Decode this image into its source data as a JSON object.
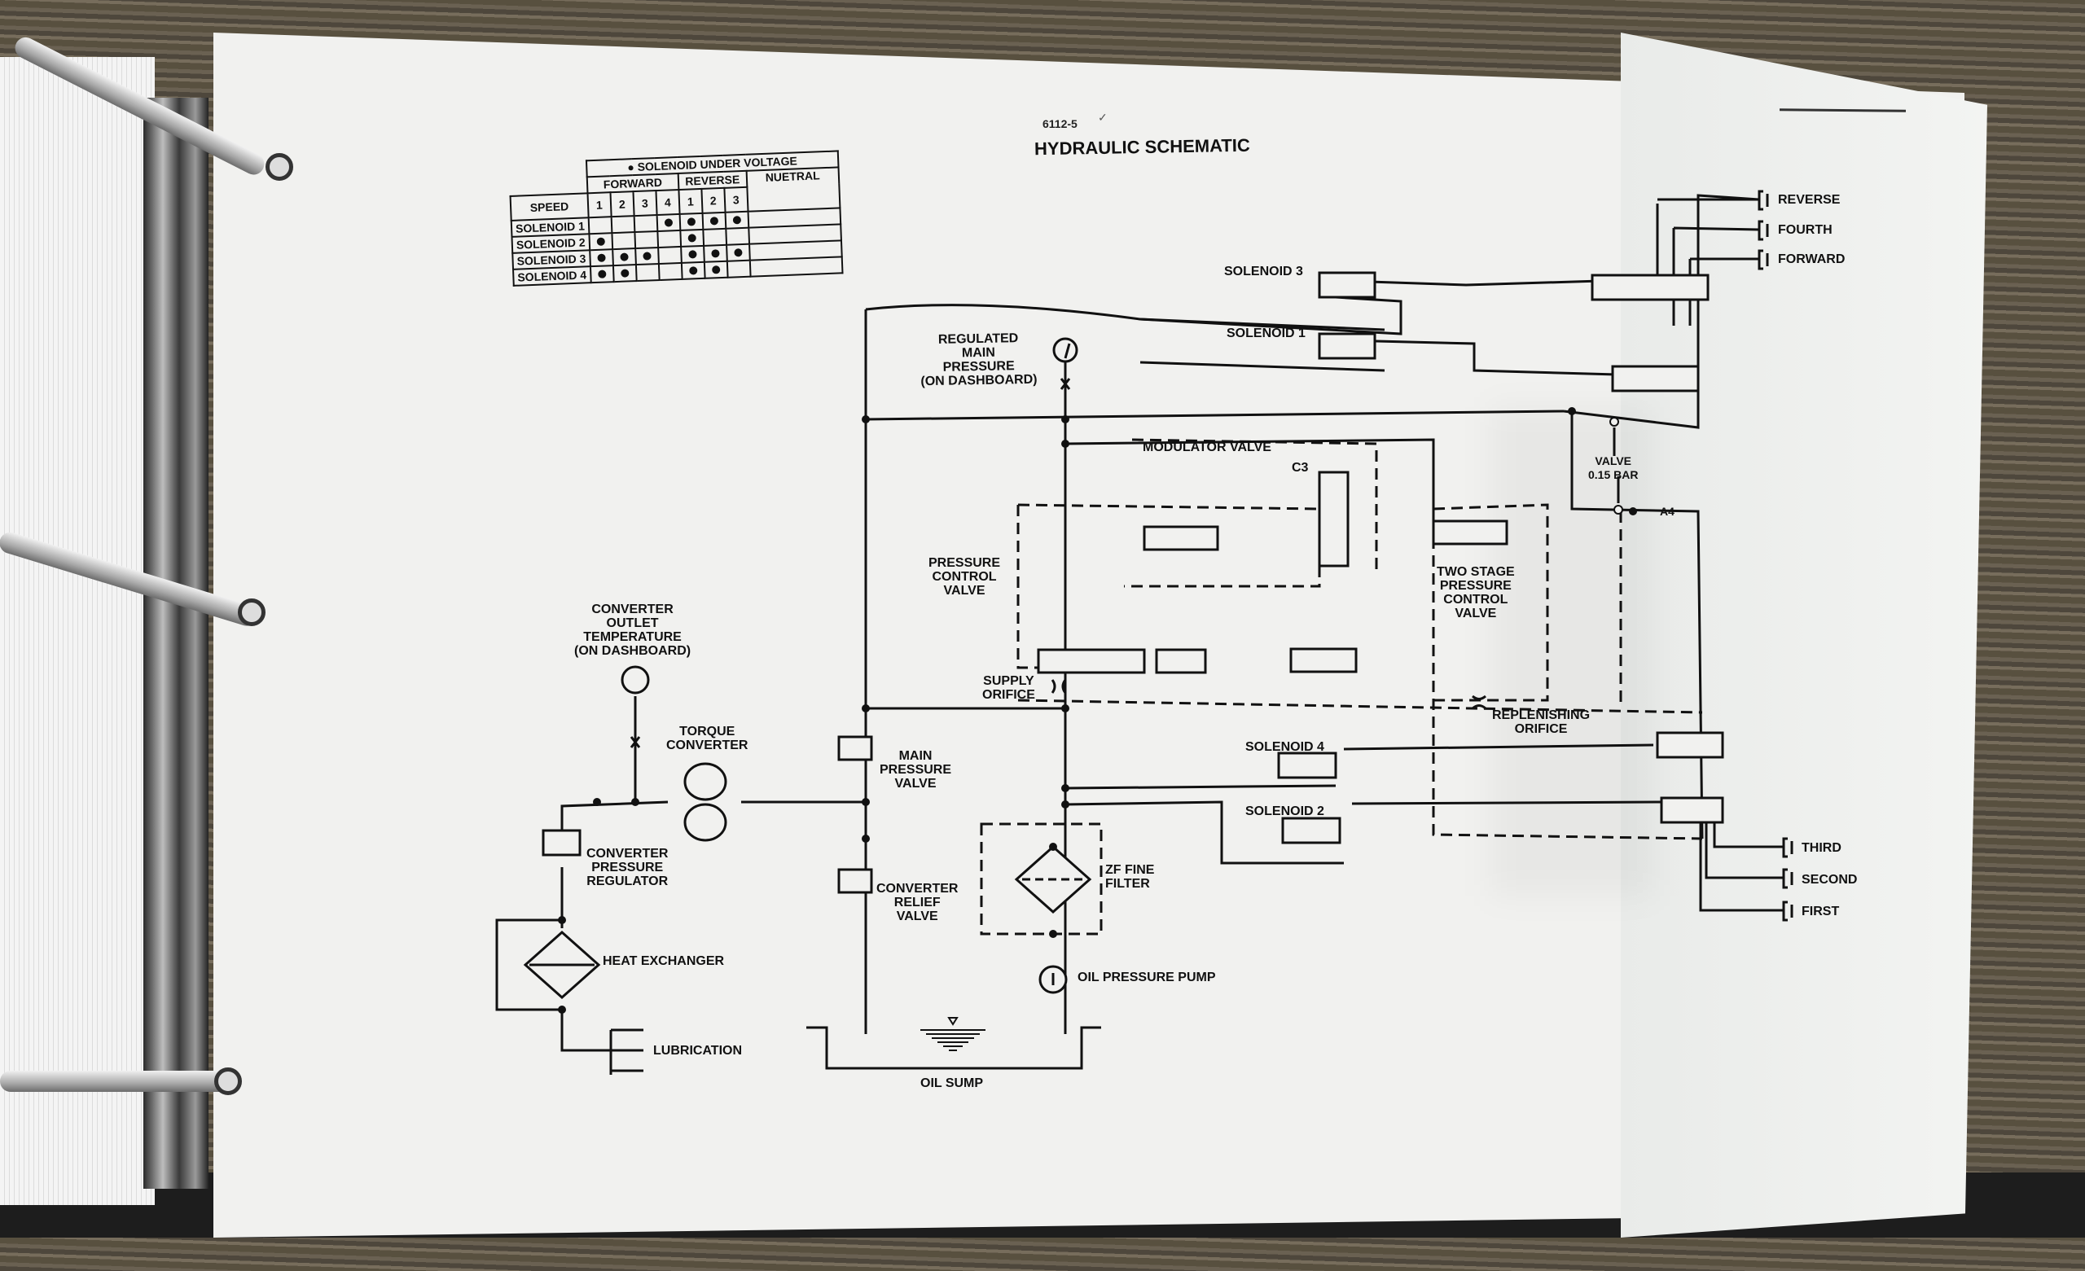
{
  "document": {
    "doc_number": "6112-5",
    "check_mark": "✓",
    "title": "HYDRAULIC SCHEMATIC"
  },
  "solenoid_table": {
    "header_top": "● SOLENOID UNDER VOLTAGE",
    "groups": [
      "FORWARD",
      "REVERSE",
      "NUETRAL"
    ],
    "speed_label": "SPEED",
    "speeds": [
      "1",
      "2",
      "3",
      "4",
      "1",
      "2",
      "3"
    ],
    "rows": [
      {
        "label": "SOLENOID 1",
        "on": [
          false,
          false,
          false,
          true,
          true,
          true,
          true
        ],
        "neutral": false
      },
      {
        "label": "SOLENOID 2",
        "on": [
          true,
          false,
          false,
          false,
          true,
          false,
          false
        ],
        "neutral": false
      },
      {
        "label": "SOLENOID 3",
        "on": [
          true,
          true,
          true,
          false,
          true,
          true,
          true
        ],
        "neutral": false
      },
      {
        "label": "SOLENOID 4",
        "on": [
          true,
          true,
          false,
          false,
          true,
          true,
          false
        ],
        "neutral": false
      }
    ]
  },
  "labels": {
    "regulated_main_pressure": [
      "REGULATED",
      "MAIN",
      "PRESSURE",
      "(ON DASHBOARD)"
    ],
    "modulator_valve": "MODULATOR VALVE",
    "c3": "C3",
    "pressure_control_valve": [
      "PRESSURE",
      "CONTROL",
      "VALVE"
    ],
    "supply_orifice": [
      "SUPPLY",
      "ORIFICE"
    ],
    "two_stage_pressure_control_valve": [
      "TWO STAGE",
      "PRESSURE",
      "CONTROL",
      "VALVE"
    ],
    "valve_bar": [
      "VALVE",
      "0.15 BAR"
    ],
    "a4": "A4",
    "replenishing_orifice": [
      "REPLENISHING",
      "ORIFICE"
    ],
    "solenoid_3": "SOLENOID 3",
    "solenoid_1": "SOLENOID 1",
    "solenoid_4": "SOLENOID 4",
    "solenoid_2": "SOLENOID 2",
    "converter_outlet_temperature": [
      "CONVERTER",
      "OUTLET",
      "TEMPERATURE",
      "(ON DASHBOARD)"
    ],
    "torque_converter": [
      "TORQUE",
      "CONVERTER"
    ],
    "main_pressure_valve": [
      "MAIN",
      "PRESSURE",
      "VALVE"
    ],
    "converter_pressure_regulator": [
      "CONVERTER",
      "PRESSURE",
      "REGULATOR"
    ],
    "converter_relief_valve": [
      "CONVERTER",
      "RELIEF",
      "VALVE"
    ],
    "zf_fine_filter": [
      "ZF FINE",
      "FILTER"
    ],
    "heat_exchanger": "HEAT EXCHANGER",
    "oil_pressure_pump": "OIL PRESSURE PUMP",
    "lubrication": "LUBRICATION",
    "oil_sump": "OIL SUMP"
  },
  "outputs_top": [
    "REVERSE",
    "FOURTH",
    "FORWARD"
  ],
  "outputs_bottom": [
    "THIRD",
    "SECOND",
    "FIRST"
  ]
}
